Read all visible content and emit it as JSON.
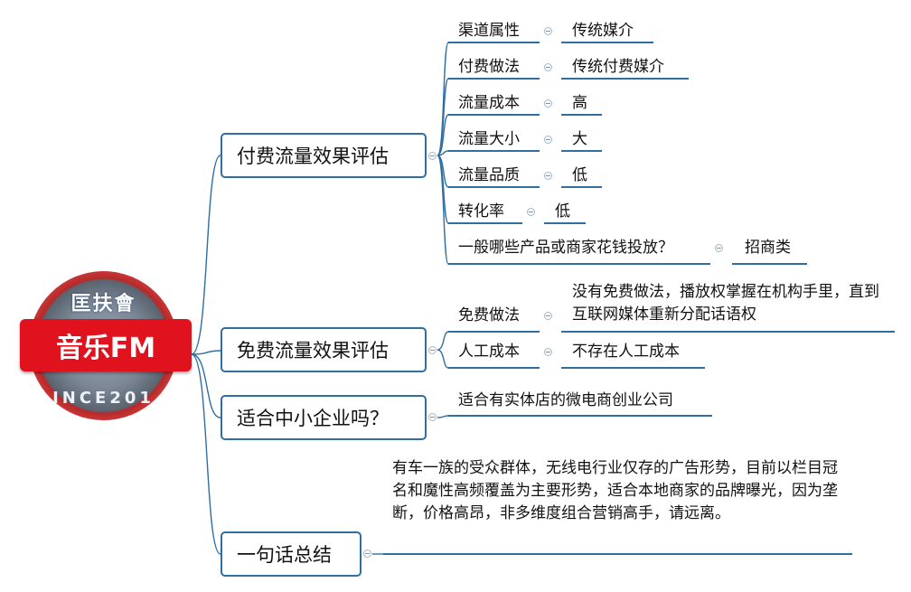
{
  "root": {
    "label": "音乐FM",
    "emblem_top": "匡扶會",
    "emblem_bottom": "INCE201"
  },
  "branches": [
    {
      "label": "付费流量效果评估",
      "items": [
        {
          "key": "渠道属性",
          "value": "传统媒介"
        },
        {
          "key": "付费做法",
          "value": "传统付费媒介"
        },
        {
          "key": "流量成本",
          "value": "高"
        },
        {
          "key": "流量大小",
          "value": "大"
        },
        {
          "key": "流量品质",
          "value": "低"
        },
        {
          "key": "转化率",
          "value": "低"
        },
        {
          "key": "一般哪些产品或商家花钱投放？",
          "value": "招商类"
        }
      ]
    },
    {
      "label": "免费流量效果评估",
      "items": [
        {
          "key": "免费做法",
          "value": "没有免费做法，播放权掌握在机构手里，直到互联网媒体重新分配话语权"
        },
        {
          "key": "人工成本",
          "value": "不存在人工成本"
        }
      ]
    },
    {
      "label": "适合中小企业吗？",
      "items": [
        {
          "value": "适合有实体店的微电商创业公司"
        }
      ]
    },
    {
      "label": "一句话总结",
      "items": [
        {
          "value": "有车一族的受众群体，无线电行业仅存的广告形势，目前以栏目冠名和魔性高频覆盖为主要形势，适合本地商家的品牌曝光，因为垄断，价格高昂，非多维度组合营销高手，请远离。"
        }
      ]
    }
  ],
  "colors": {
    "connector": "#2f6ea3",
    "root_fill": "#e0121d",
    "branch_border": "#2f6ea3"
  }
}
